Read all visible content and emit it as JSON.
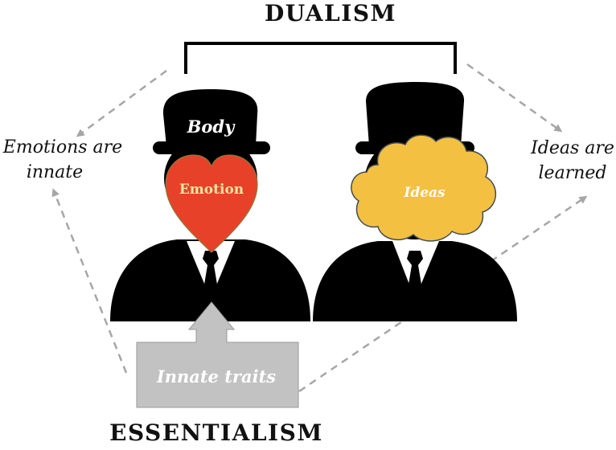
{
  "title_top": "DUALISM",
  "title_bottom": "ESSENTIALISM",
  "left_figure": {
    "hat_label": "Body",
    "heart_label": "Emotion"
  },
  "right_figure": {
    "cloud_label": "Ideas"
  },
  "box_label": "Innate traits",
  "left_note": [
    "Emotions are",
    "innate"
  ],
  "right_note": [
    "Ideas are",
    "learned"
  ],
  "colors": {
    "heart": "#e8412a",
    "cloud": "#f4c042",
    "box": "#c2c2c2",
    "figure": "#000000",
    "dashed_arrow": "#a6a6a6"
  }
}
